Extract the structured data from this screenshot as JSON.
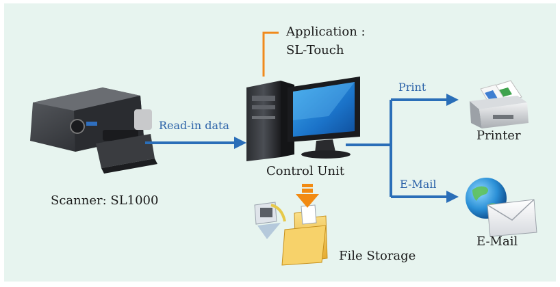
{
  "diagram": {
    "application_label_line1": "Application :",
    "application_label_line2": "SL-Touch",
    "read_in_label": "Read-in data",
    "print_label": "Print",
    "email_arrow_label": "E-Mail",
    "scanner_label": "Scanner: SL1000",
    "control_unit_label": "Control Unit",
    "printer_label": "Printer",
    "email_label": "E-Mail",
    "file_storage_label": "File Storage"
  },
  "colors": {
    "background": "#e7f4ef",
    "arrow_blue": "#2a6eb8",
    "label_blue": "#2b62a8",
    "callout_orange": "#f08a1c",
    "storage_arrow_orange": "#f28a12"
  }
}
